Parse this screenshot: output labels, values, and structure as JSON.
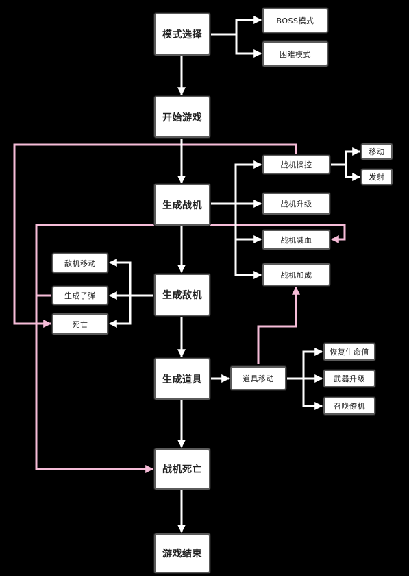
{
  "diagram": {
    "nodes": {
      "mode_select": "模式选择",
      "boss_mode": "BOSS模式",
      "hard_mode": "困难模式",
      "start_game": "开始游戏",
      "spawn_player": "生成战机",
      "player_control": "战机操控",
      "move": "移动",
      "fire": "发射",
      "player_upgrade": "战机升级",
      "player_hp_down": "战机减血",
      "player_hp_up": "战机加成",
      "enemy_move": "敌机移动",
      "spawn_bullet": "生成子弹",
      "death": "死亡",
      "spawn_enemy": "生成敌机",
      "spawn_item": "生成道具",
      "item_move": "道具移动",
      "restore_hp": "恢复生命值",
      "weapon_upgrade": "武器升级",
      "summon_wingman": "召唤僚机",
      "player_death": "战机死亡",
      "game_over": "游戏结束"
    },
    "colors": {
      "background": "#000000",
      "flow_arrow": "#ffffff",
      "feedback_arrow": "#f6bcd8",
      "node_fill": "#ffffff",
      "node_border": "#5a5a5a"
    }
  }
}
